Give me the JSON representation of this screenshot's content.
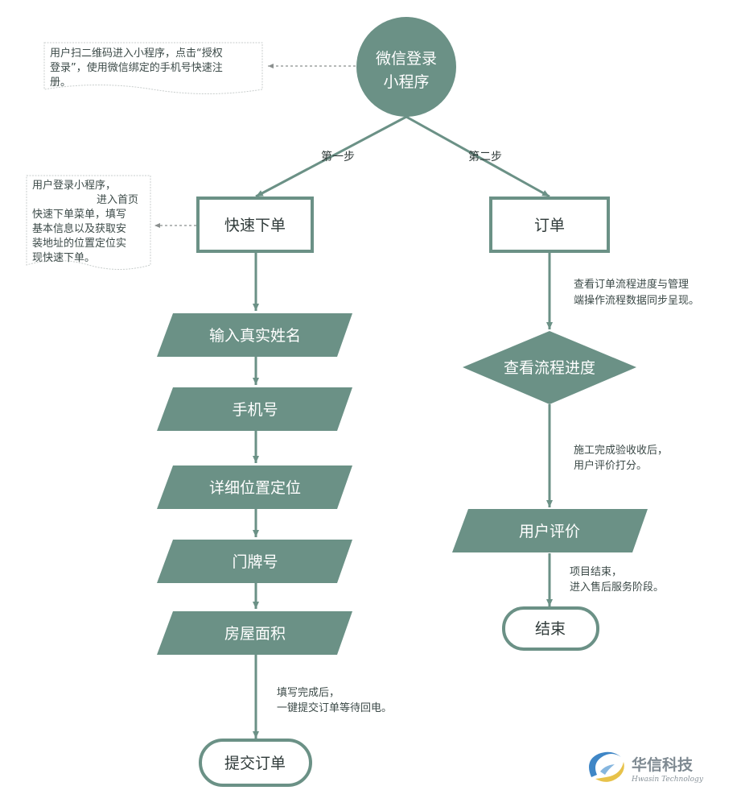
{
  "colors": {
    "primary": "#6b9186",
    "text_light": "#ffffff",
    "text_dark": "#2f3a39",
    "note_border": "#c8cdcc",
    "logo_blue": "#3f86c6",
    "logo_yellow": "#e7c24a"
  },
  "start": {
    "line1": "微信登录",
    "line2": "小程序"
  },
  "start_note": {
    "lines": [
      "用户扫二维码进入小程序，点击“授权",
      "登录”，使用微信绑定的手机号快速注",
      "册。"
    ]
  },
  "branch_labels": {
    "left": "第一步",
    "right": "第二步"
  },
  "left_flow": {
    "title": "快速下单",
    "note": {
      "lines": [
        "用户登录小程序，",
        "进入首页",
        "快速下单菜单，填写",
        "基本信息以及获取安",
        "装地址的位置定位实",
        "现快速下单。"
      ]
    },
    "fields": [
      "输入真实姓名",
      "手机号",
      "详细位置定位",
      "门牌号",
      "房屋面积"
    ],
    "edge_note": {
      "lines": [
        "填写完成后，",
        "一键提交订单等待回电。"
      ]
    },
    "end": "提交订单"
  },
  "right_flow": {
    "title": "订单",
    "note1": {
      "lines": [
        "查看订单流程进度与管理",
        "端操作流程数据同步呈现。"
      ]
    },
    "decision": "查看流程进度",
    "note2": {
      "lines": [
        "施工完成验收收后，",
        "用户评价打分。"
      ]
    },
    "rating": "用户评价",
    "note3": {
      "lines": [
        "项目结束，",
        "进入售后服务阶段。"
      ]
    },
    "end": "结束"
  },
  "logo": {
    "brand": "华信科技",
    "subtitle": "Hwasin Technology"
  }
}
